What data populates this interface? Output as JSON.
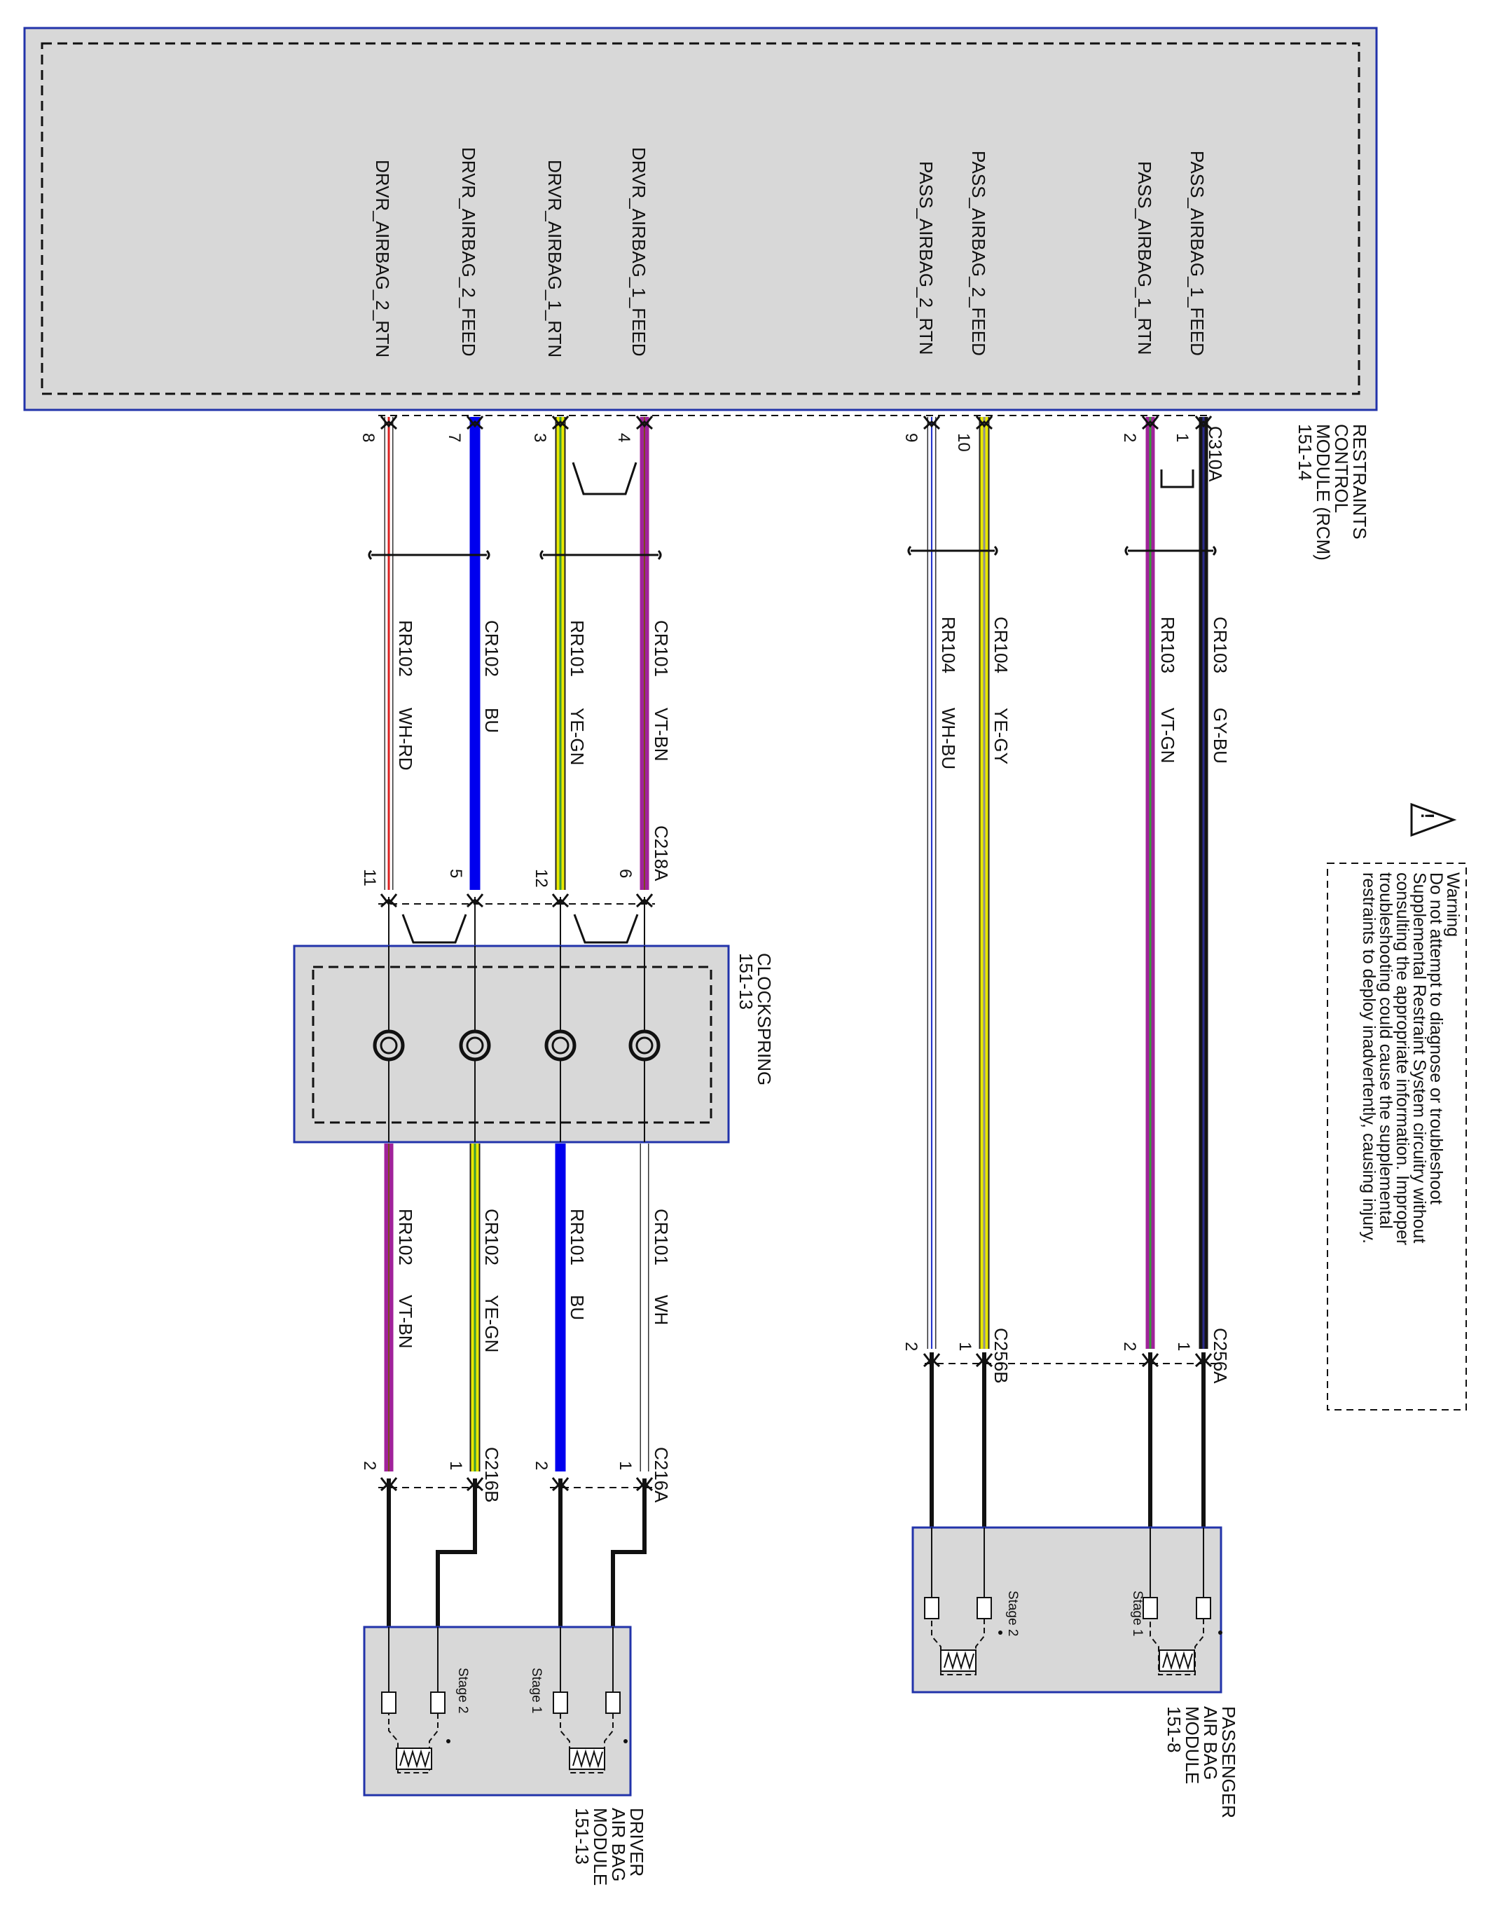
{
  "rcm": {
    "title_lines": [
      "RESTRAINTS",
      "CONTROL",
      "MODULE (RCM)",
      "151-14"
    ],
    "connector": "C310A",
    "signals": [
      {
        "name": "PASS_AIRBAG_1_FEED",
        "pin": "1"
      },
      {
        "name": "PASS_AIRBAG_1_RTN",
        "pin": "2"
      },
      {
        "name": "PASS_AIRBAG_2_FEED",
        "pin": "10"
      },
      {
        "name": "PASS_AIRBAG_2_RTN",
        "pin": "9"
      },
      {
        "name": "DRVR_AIRBAG_1_FEED",
        "pin": "4"
      },
      {
        "name": "DRVR_AIRBAG_1_RTN",
        "pin": "3"
      },
      {
        "name": "DRVR_AIRBAG_2_FEED",
        "pin": "7"
      },
      {
        "name": "DRVR_AIRBAG_2_RTN",
        "pin": "8"
      }
    ]
  },
  "wires_upper": [
    {
      "circuit": "CR103",
      "color": "GY-BU",
      "stroke": "#151515",
      "stripe": "#2a2a8a"
    },
    {
      "circuit": "RR103",
      "color": "VT-GN",
      "stroke": "#a0229a",
      "stripe": "#3a9a3a"
    },
    {
      "circuit": "CR104",
      "color": "YE-GY",
      "stroke": "#e8e800",
      "stripe": "#909090"
    },
    {
      "circuit": "RR104",
      "color": "WH-BU",
      "stroke": "#f4f4ff",
      "stripe": "#2233cc"
    },
    {
      "circuit": "CR101",
      "color": "VT-BN",
      "stroke": "#a0229a",
      "stripe": "#7a4a20"
    },
    {
      "circuit": "RR101",
      "color": "YE-GN",
      "stroke": "#e8e800",
      "stripe": "#3a9a3a"
    },
    {
      "circuit": "CR102",
      "color": "BU",
      "stroke": "#0000ee",
      "stripe": ""
    },
    {
      "circuit": "RR102",
      "color": "WH-RD",
      "stroke": "#ffffff",
      "stripe": "#dd2020"
    }
  ],
  "c218a": {
    "name": "C218A",
    "pins": [
      "6",
      "12",
      "5",
      "11"
    ]
  },
  "clockspring": {
    "lines": [
      "CLOCKSPRING",
      "151-13"
    ]
  },
  "wires_lower": [
    {
      "circuit": "CR101",
      "color": "WH",
      "stroke": "#ffffff",
      "stripe": ""
    },
    {
      "circuit": "RR101",
      "color": "BU",
      "stroke": "#0000ee",
      "stripe": ""
    },
    {
      "circuit": "CR102",
      "color": "YE-GN",
      "stroke": "#e8e800",
      "stripe": "#3a9a3a"
    },
    {
      "circuit": "RR102",
      "color": "VT-BN",
      "stroke": "#a0229a",
      "stripe": "#7a4a20"
    }
  ],
  "c216a": {
    "name": "C216A",
    "pins": [
      "1",
      "2"
    ]
  },
  "c216b": {
    "name": "C216B",
    "pins": [
      "1",
      "2"
    ]
  },
  "c256a": {
    "name": "C256A",
    "pins": [
      "1",
      "2"
    ]
  },
  "c256b": {
    "name": "C256B",
    "pins": [
      "1",
      "2"
    ]
  },
  "driver_module": {
    "lines": [
      "DRIVER",
      "AIR BAG",
      "MODULE",
      "151-13"
    ],
    "stage1": "Stage 1",
    "stage2": "Stage 2"
  },
  "passenger_module": {
    "lines": [
      "PASSENGER",
      "AIR BAG",
      "MODULE",
      "151-8"
    ],
    "stage1": "Stage 1",
    "stage2": "Stage 2"
  },
  "warning": {
    "lines": [
      "Warning",
      "Do not attempt to diagnose or troubleshoot",
      "Supplemental Restraint System circuitry without",
      "consulting the appropriate information. Improper",
      "troubleshooting could cause the supplemental",
      "restraints to deploy inadvertently, causing injury."
    ]
  }
}
